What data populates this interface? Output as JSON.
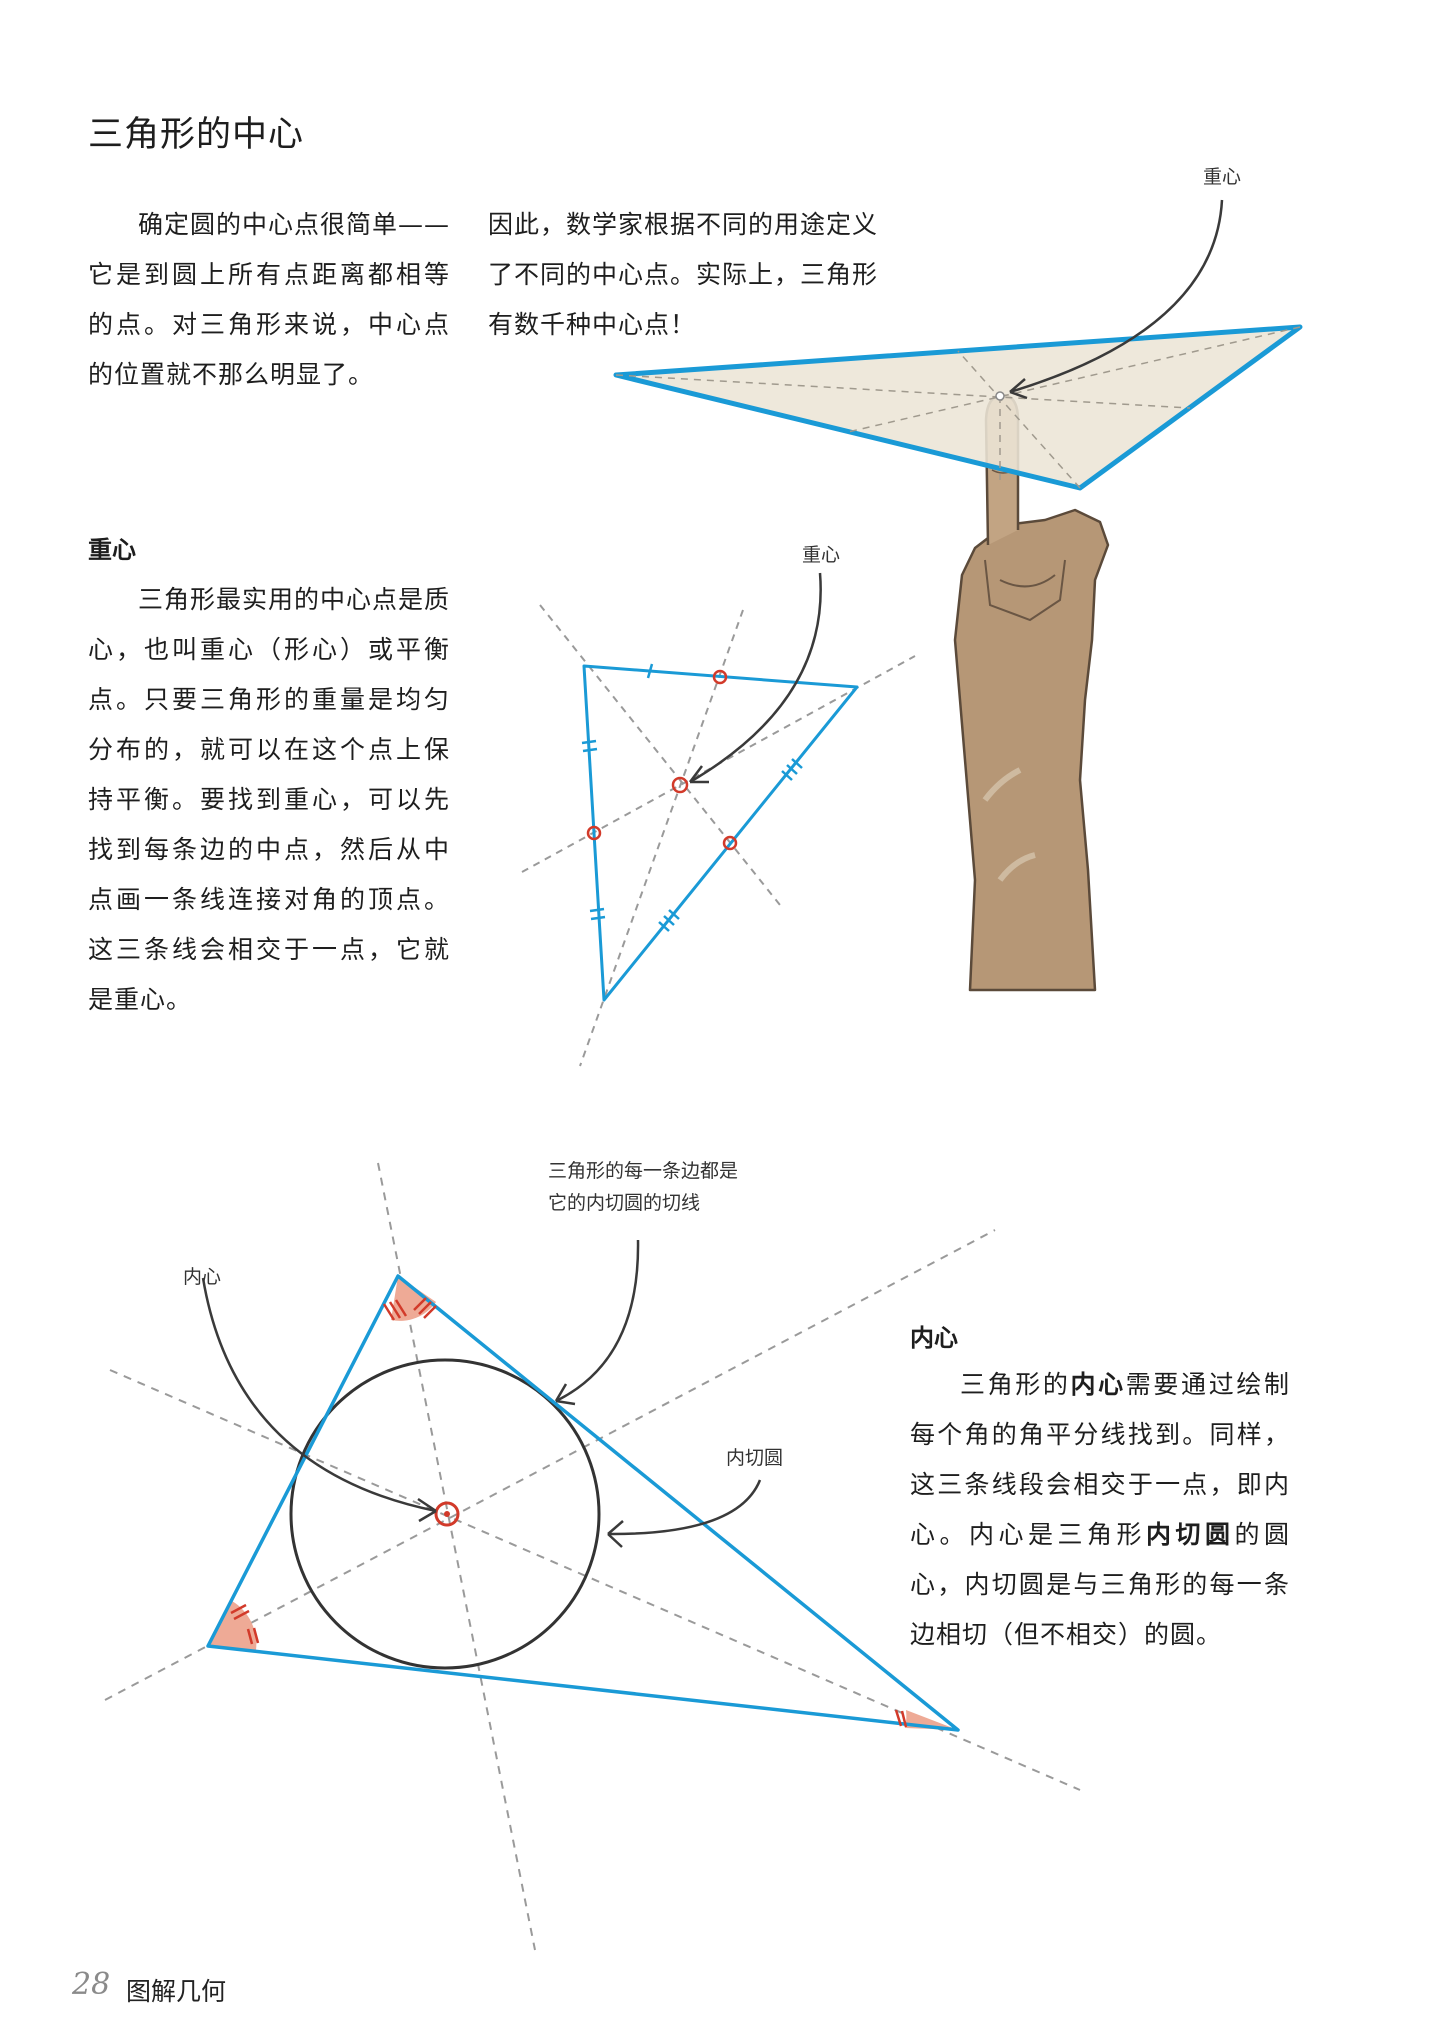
{
  "page": {
    "title": "三角形的中心",
    "intro_left": "确定圆的中心点很简单——它是到圆上所有点距离都相等的点。对三角形来说，中心点的位置就不那么明显了。",
    "intro_right": "因此，数学家根据不同的用途定义了不同的中心点。实际上，三角形有数千种中心点！"
  },
  "centroid": {
    "heading": "重心",
    "body": "三角形最实用的中心点是质心，也叫重心（形心）或平衡点。只要三角形的重量是均匀分布的，就可以在这个点上保持平衡。要找到重心，可以先找到每条边的中点，然后从中点画一条线连接对角的顶点。这三条线会相交于一点，它就是重心。"
  },
  "incenter": {
    "heading": "内心",
    "body_pre": "三角形的",
    "body_term1": "内心",
    "body_mid": "需要通过绘制每个角的角平分线找到。同样，这三条线段会相交于一点，即内心。内心是三角形",
    "body_term2": "内切圆",
    "body_post": "的圆心，内切圆是与三角形的每一条边相切（但不相交）的圆。"
  },
  "labels": {
    "hand_centroid": "重心",
    "diagram_centroid": "重心",
    "incenter": "内心",
    "tangent_line1": "三角形的每一条边都是",
    "tangent_line2": "它的内切圆的切线",
    "incircle": "内切圆"
  },
  "footer": {
    "page_number": "28",
    "book_title": "图解几何"
  },
  "colors": {
    "triangle_blue": "#1a9ad6",
    "marker_red": "#d23a2a",
    "angle_fill": "#eeaa96",
    "guide_gray": "#9a9a9a",
    "hand_tan": "#b69776",
    "paper_beige": "#ece5d6"
  }
}
